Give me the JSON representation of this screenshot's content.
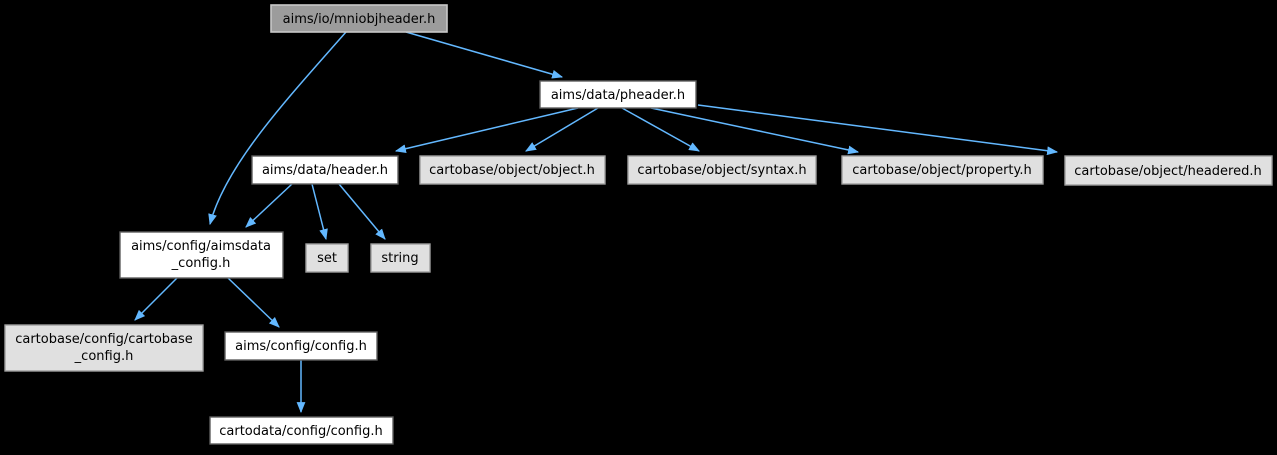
{
  "graph": {
    "kind": "include-dependency-graph",
    "background_color": "#000000",
    "edge_color": "#63B8FF",
    "node_styles": {
      "current_file": {
        "fill": "#9C9C9C",
        "border": "#C8C8C8",
        "text": "#000000"
      },
      "linked_header": {
        "fill": "#FFFFFF",
        "border": "#5F5F5F",
        "text": "#000000"
      },
      "external_header": {
        "fill": "#E0E0E0",
        "border": "#9E9E9E",
        "text": "#000000"
      }
    },
    "nodes": [
      {
        "label": "aims/io/mniobjheader.h",
        "role": "current-file"
      },
      {
        "label": "aims/data/pheader.h",
        "role": "linked-header"
      },
      {
        "label": "aims/data/header.h",
        "role": "linked-header"
      },
      {
        "label": "cartobase/object/object.h",
        "role": "external-header"
      },
      {
        "label": "cartobase/object/syntax.h",
        "role": "external-header"
      },
      {
        "label": "cartobase/object/property.h",
        "role": "external-header"
      },
      {
        "label": "cartobase/object/headered.h",
        "role": "external-header"
      },
      {
        "label": "aims/config/aimsdata_config.h",
        "line1": "aims/config/aimsdata",
        "line2": "_config.h",
        "role": "linked-header"
      },
      {
        "label": "set",
        "role": "external-header"
      },
      {
        "label": "string",
        "role": "external-header"
      },
      {
        "label": "cartobase/config/cartobase_config.h",
        "line1": "cartobase/config/cartobase",
        "line2": "_config.h",
        "role": "external-header"
      },
      {
        "label": "aims/config/config.h",
        "role": "linked-header"
      },
      {
        "label": "cartodata/config/config.h",
        "role": "linked-header"
      }
    ],
    "edges": [
      {
        "from": "aims/io/mniobjheader.h",
        "to": "aims/data/pheader.h"
      },
      {
        "from": "aims/io/mniobjheader.h",
        "to": "aims/config/aimsdata_config.h"
      },
      {
        "from": "aims/data/pheader.h",
        "to": "aims/data/header.h"
      },
      {
        "from": "aims/data/pheader.h",
        "to": "cartobase/object/object.h"
      },
      {
        "from": "aims/data/pheader.h",
        "to": "cartobase/object/syntax.h"
      },
      {
        "from": "aims/data/pheader.h",
        "to": "cartobase/object/property.h"
      },
      {
        "from": "aims/data/pheader.h",
        "to": "cartobase/object/headered.h"
      },
      {
        "from": "aims/data/header.h",
        "to": "aims/config/aimsdata_config.h"
      },
      {
        "from": "aims/data/header.h",
        "to": "set"
      },
      {
        "from": "aims/data/header.h",
        "to": "string"
      },
      {
        "from": "aims/config/aimsdata_config.h",
        "to": "cartobase/config/cartobase_config.h"
      },
      {
        "from": "aims/config/aimsdata_config.h",
        "to": "aims/config/config.h"
      },
      {
        "from": "aims/config/config.h",
        "to": "cartodata/config/config.h"
      }
    ]
  }
}
